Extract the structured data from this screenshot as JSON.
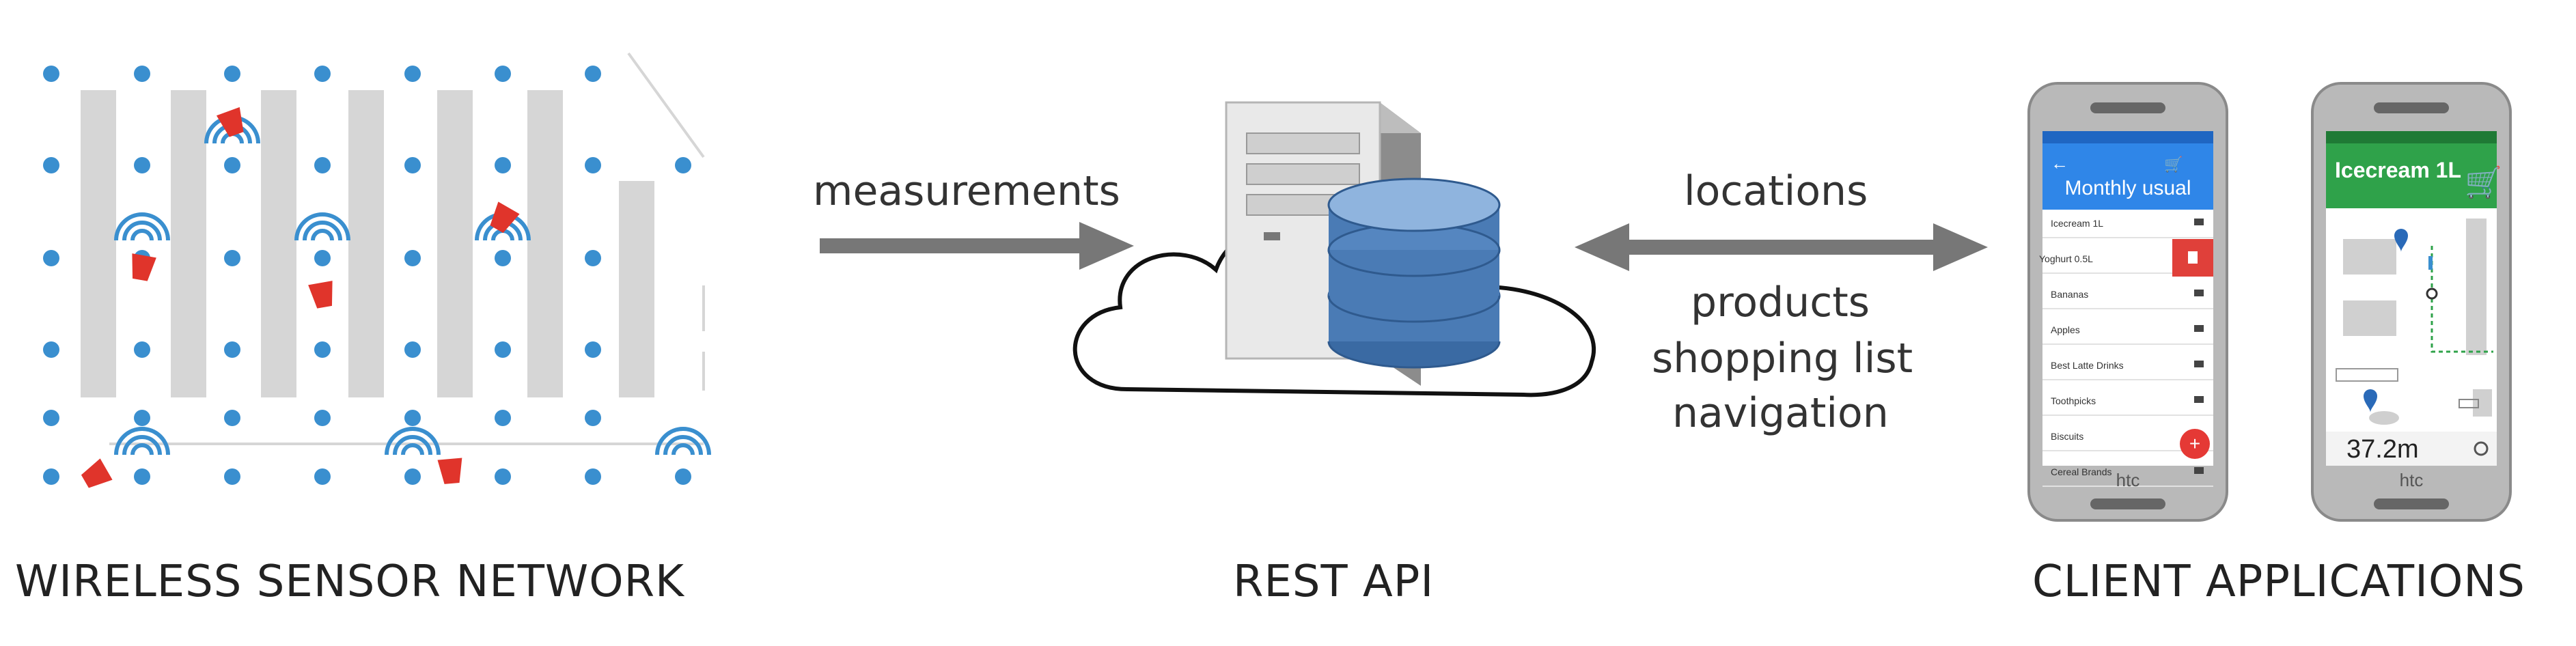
{
  "sections": {
    "sensor_network": {
      "title": "WIRELESS SENSOR NETWORK"
    },
    "server": {
      "title": "REST API"
    },
    "clients": {
      "title": "CLIENT APPLICATIONS"
    }
  },
  "flows": {
    "measurements": "measurements",
    "locations": "locations",
    "products": "products",
    "shopping_list": "shopping list",
    "navigation": "navigation"
  },
  "phone_left": {
    "brand": "htc",
    "title": "Monthly usual",
    "items": [
      "Icecream 1L",
      "Yoghurt 0.5L",
      "Bananas",
      "Apples",
      "Best Latte Drinks",
      "Toothpicks",
      "Biscuits",
      "Cereal Brands"
    ]
  },
  "phone_right": {
    "brand": "htc",
    "title": "Icecream 1L",
    "distance": "37.2m"
  },
  "colors": {
    "sensor": "#3a8fcf",
    "shelf": "#d6d6d6",
    "cup": "#e0342b",
    "arrow": "#777777",
    "db": "#4a74a8",
    "app_blue": "#2f86e8",
    "app_green": "#2fa24a"
  }
}
